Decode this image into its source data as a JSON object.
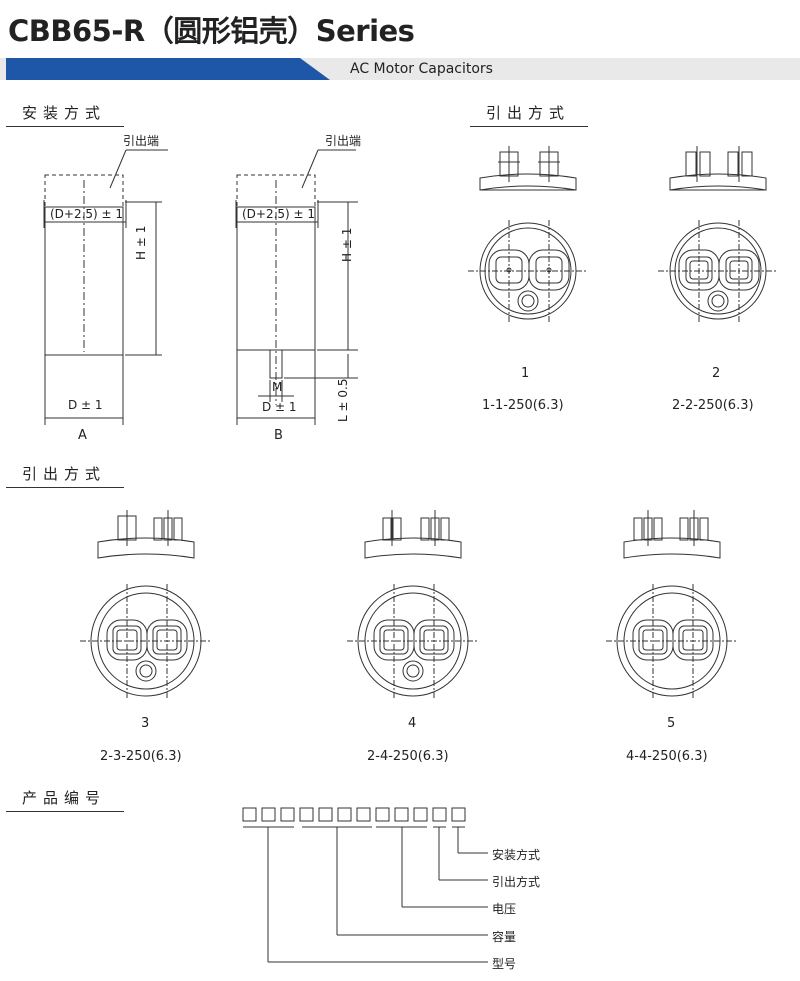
{
  "header": {
    "title": "CBB65-R（圆形铝壳）Series",
    "subtitle": "AC Motor Capacitors",
    "accent_color": "#1f57a8",
    "band_color": "#e9e9e9"
  },
  "sections": {
    "installation": "安装方式",
    "terminal_top": "引出方式",
    "terminal_bottom": "引出方式",
    "product_code": "产品编号"
  },
  "install_drawings": {
    "terminal_label": "引出端",
    "top_dimension": "(D+2.5) ± 1",
    "height_dimension": "H ± 1",
    "diameter_dimension": "D ± 1",
    "stud_dimension": "M",
    "length_dimension": "L ± 0.5",
    "labels": [
      "A",
      "B"
    ]
  },
  "terminals": [
    {
      "number": "1",
      "code": "1-1-250(6.3)"
    },
    {
      "number": "2",
      "code": "2-2-250(6.3)"
    },
    {
      "number": "3",
      "code": "2-3-250(6.3)"
    },
    {
      "number": "4",
      "code": "2-4-250(6.3)"
    },
    {
      "number": "5",
      "code": "4-4-250(6.3)"
    }
  ],
  "code_legend": [
    "安装方式",
    "引出方式",
    "电压",
    "容量",
    "型号"
  ]
}
